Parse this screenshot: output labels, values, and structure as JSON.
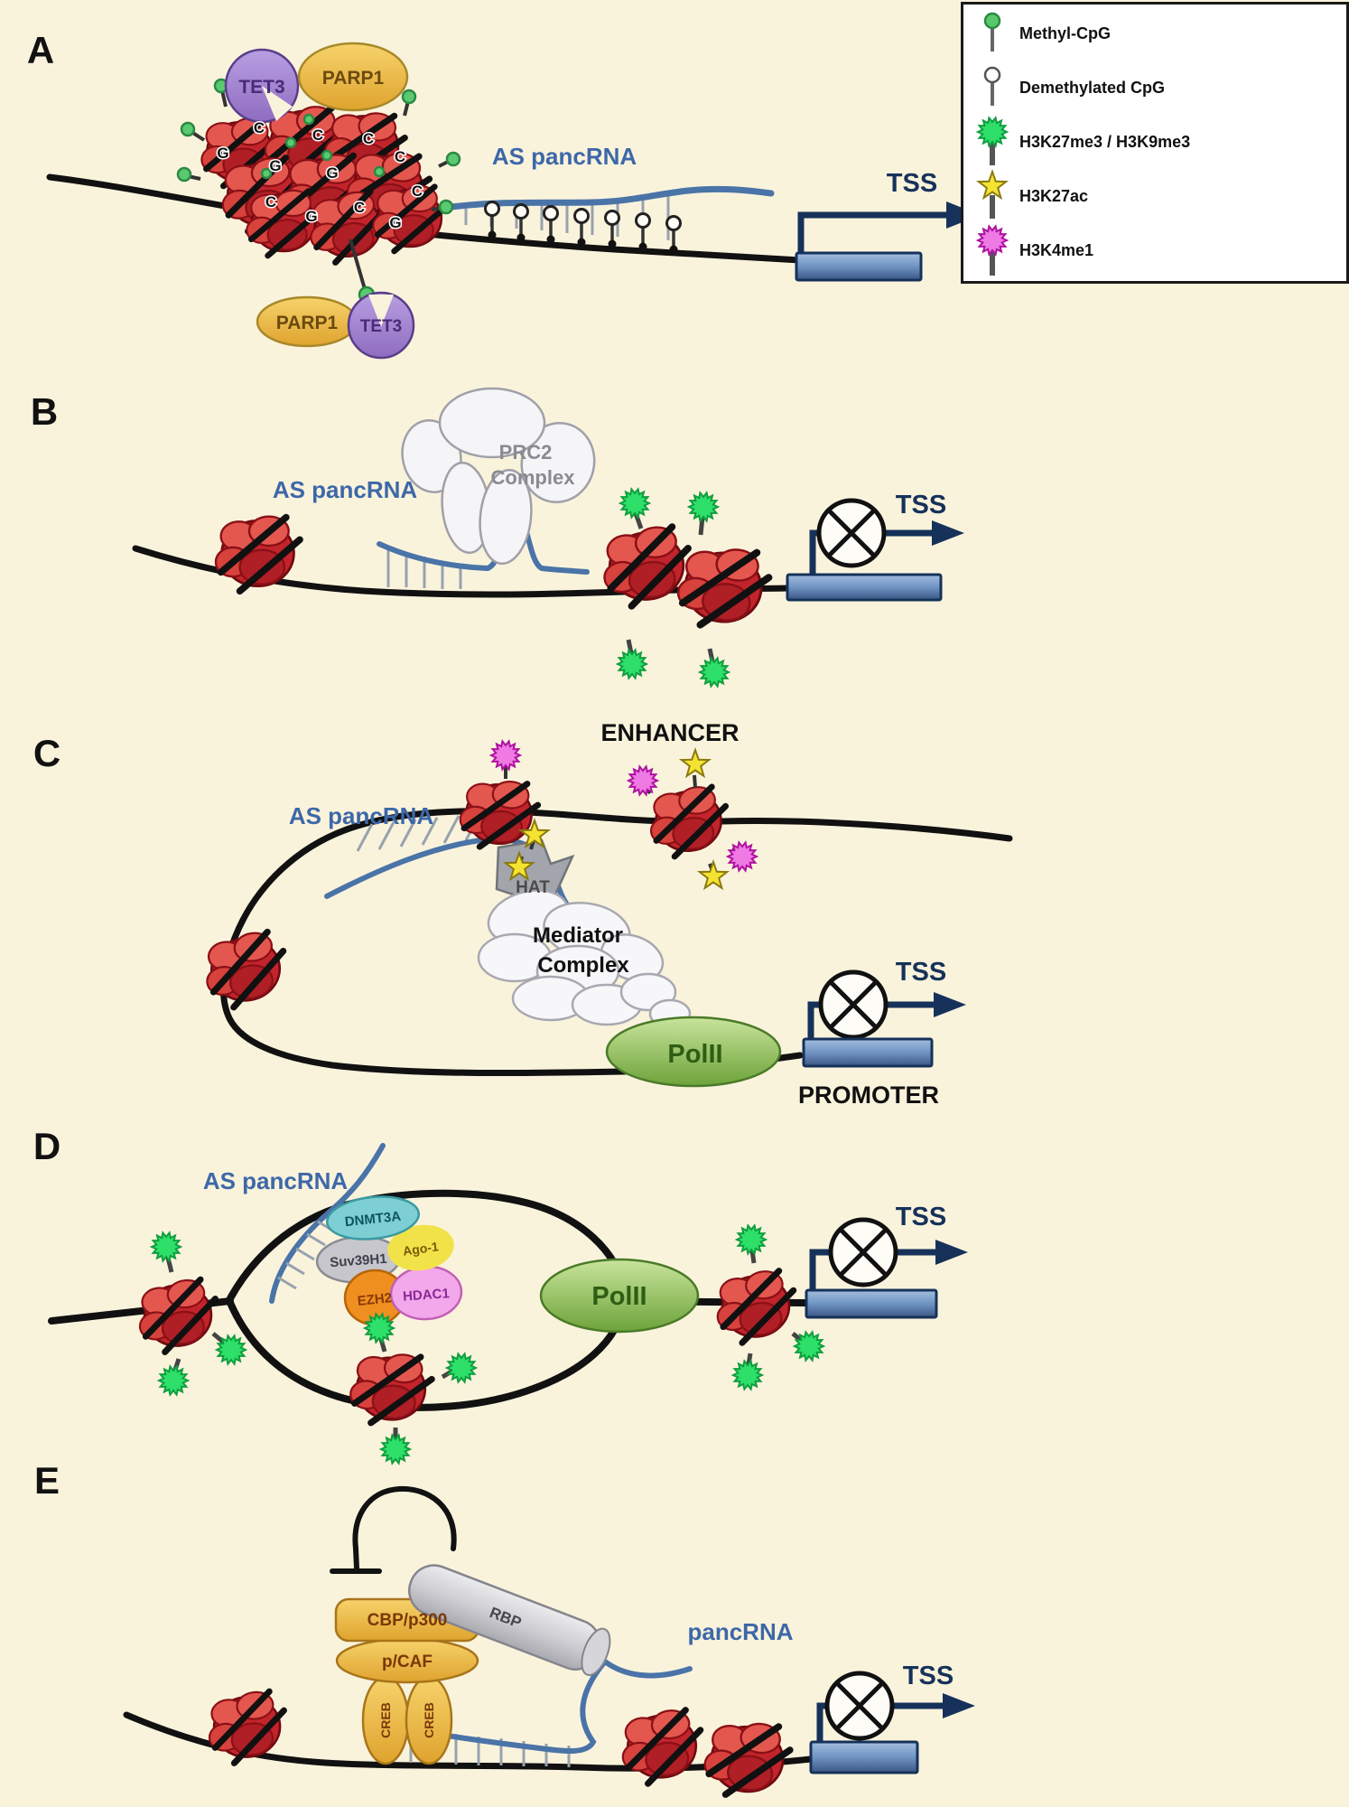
{
  "figure_title": "pancRNA epigenetic regulation mechanisms",
  "colors": {
    "background": "#faf3dc",
    "rna_blue": "#4a74a8",
    "label_blue": "#3d68a8",
    "tss_navy": "#16325a",
    "nucleosome_red": "#c3242b",
    "methyl_green": "#57c96a",
    "h3k27me3_green": "#2ee06a",
    "h3k27ac_yellow": "#f5e332",
    "h3k4me1_magenta": "#ee6fe2",
    "tet3_purple": "#9b7fc0",
    "parp1_gold": "#e8c84a",
    "polii_green": "#74ad40"
  },
  "legend": {
    "items": [
      {
        "icon": "methyl-cpg-icon",
        "label": "Methyl-CpG"
      },
      {
        "icon": "demethylated-cpg-icon",
        "label": "Demethylated CpG"
      },
      {
        "icon": "h3k27me3-icon",
        "label": "H3K27me3 / H3K9me3"
      },
      {
        "icon": "h3k27ac-icon",
        "label": "H3K27ac"
      },
      {
        "icon": "h3k4me1-icon",
        "label": "H3K4me1"
      }
    ]
  },
  "panel_a": {
    "label": "A",
    "tet3_top": "TET3",
    "parp1_top": "PARP1",
    "parp1_bottom": "PARP1",
    "tet3_bottom": "TET3",
    "as_pancrna": "AS pancRNA",
    "tss": "TSS",
    "cluster_letters": [
      "C",
      "G",
      "C",
      "G",
      "C",
      "G",
      "C",
      "C",
      "G",
      "C",
      "G",
      "C"
    ]
  },
  "panel_b": {
    "label": "B",
    "as_pancrna": "AS pancRNA",
    "prc2_line1": "PRC2",
    "prc2_line2": "Complex",
    "tss": "TSS"
  },
  "panel_c": {
    "label": "C",
    "enhancer": "ENHANCER",
    "as_pancrna": "AS pancRNA",
    "hat": "HAT",
    "mediator_line1": "Mediator",
    "mediator_line2": "Complex",
    "polii": "PolII",
    "tss": "TSS",
    "promoter": "PROMOTER"
  },
  "panel_d": {
    "label": "D",
    "as_pancrna": "AS pancRNA",
    "dnmt3a": "DNMT3A",
    "suv39h1": "Suv39H1",
    "ago1": "Ago-1",
    "hdac1": "HDAC1",
    "ezh2": "EZH2",
    "polii": "PolII",
    "tss": "TSS"
  },
  "panel_e": {
    "label": "E",
    "cbp_p300": "CBP/p300",
    "pcaf": "p/CAF",
    "creb_left": "CREB",
    "creb_right": "CREB",
    "rbp": "RBP",
    "pancrna": "pancRNA",
    "tss": "TSS"
  }
}
